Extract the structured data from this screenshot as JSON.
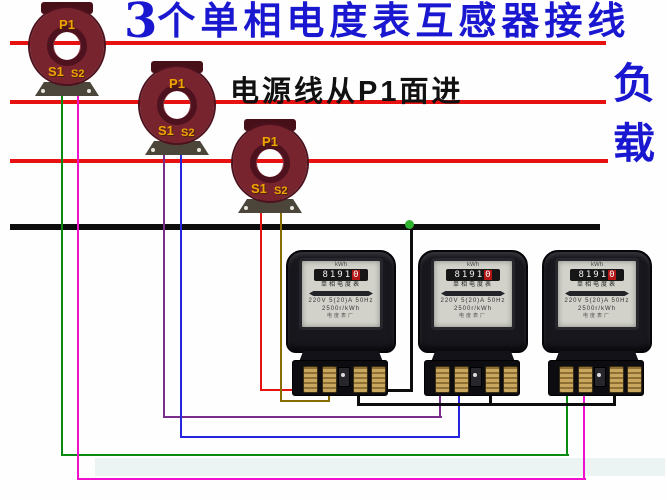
{
  "title": {
    "prefix": "3",
    "text": "个单相电度表互感器接线"
  },
  "note": "电源线从P1面进",
  "load": {
    "top": "负",
    "bottom": "载"
  },
  "ct_labels": {
    "p1": "P1",
    "s1": "S1",
    "s2": "S2"
  },
  "meter_face": {
    "unit": "kWh",
    "register_digits": "8191",
    "register_last": "0",
    "type_label": "单相电度表",
    "spec1": "220V 5(20)A 50Hz",
    "spec2": "2500r/kWh",
    "maker": "电度表厂"
  },
  "colors": {
    "phase_line_red": "#e81111",
    "neutral_black": "#0d0d0d",
    "wire_green": "#0b8a12",
    "wire_magenta": "#ee10cc",
    "wire_purple": "#7b2d8b",
    "wire_blue": "#2525dd",
    "wire_red": "#e51212",
    "wire_olive": "#8a6d00",
    "junction_green": "#2fb32f",
    "title_blue": "#1a17d0",
    "note_black": "#111111",
    "label_orange": "#f2a302"
  }
}
